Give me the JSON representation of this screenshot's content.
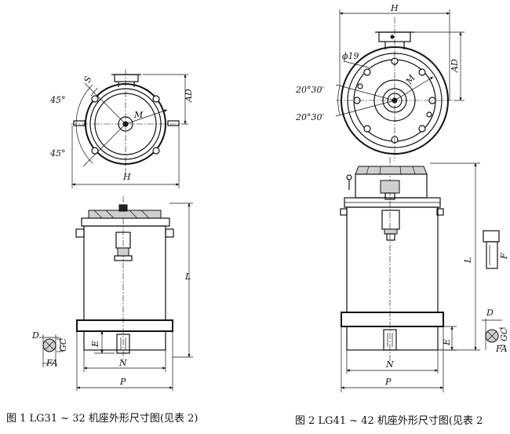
{
  "figures": [
    {
      "caption": "图 1   LG31 ~ 32 机座外形尺寸图(见表 2)",
      "labels": {
        "H": "H",
        "AD": "AD",
        "S": "S",
        "M": "M",
        "angle_top": "45°",
        "angle_bottom": "45°",
        "L": "L",
        "N": "N",
        "P": "P",
        "E": "E",
        "D": "D",
        "GC": "GC",
        "FA": "FA"
      }
    },
    {
      "caption": "图 2   LG41 ~ 42 机座外形尺寸图(见表 2",
      "labels": {
        "H": "H",
        "AD": "AD",
        "phi": "ϕ19",
        "M": "M",
        "angle_top": "20°30′",
        "angle_bottom": "20°30′",
        "L": "L",
        "N": "N",
        "P": "P",
        "E": "E",
        "D": "D",
        "GC": "GC",
        "FA": "FA",
        "side_f": "F"
      }
    }
  ]
}
